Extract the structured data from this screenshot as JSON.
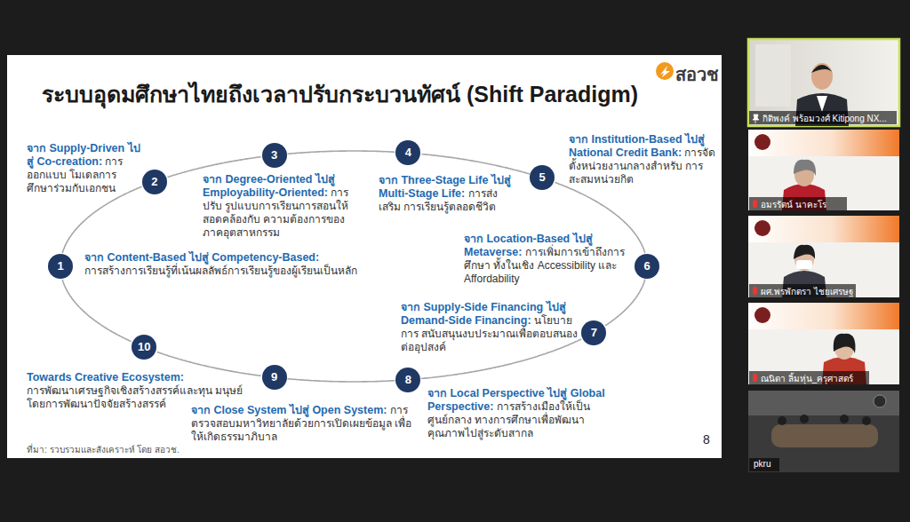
{
  "diagram": {
    "title": "ระบบอุดมศึกษาไทยถึงเวลาปรับกระบวนทัศน์ (Shift Paradigm)",
    "nodes": [
      {
        "text": [
          "1",
          "จาก Content-Based ไปสู่ Competency-Based:",
          "การสร้างการเรียนรู้ที่เน้นผลลัพธ์การเรียนรู้ของผู้เรียนเป็นหลัก"
        ]
      },
      {
        "text": [
          "2",
          "จาก Supply-Driven ไปสู่ Co-creation:",
          "การออกแบบ โมเดลการศึกษาร่วมกับเอกชน"
        ]
      },
      {
        "text": [
          "3",
          "จาก Degree-Oriented ไปสู่ Employability-Oriented:",
          "การปรับ รูปแบบการเรียนการสอนให้สอดคล้องกับ ความต้องการของภาคอุตสาหกรรม"
        ]
      },
      {
        "text": [
          "4",
          "จาก Three-Stage Life ไปสู่ Multi-Stage Life:",
          "การส่งเสริม การเรียนรู้ตลอดชีวิต"
        ]
      },
      {
        "text": [
          "5",
          "จาก Institution-Based ไปสู่ National Credit Bank:",
          "การจัดตั้งหน่วยงานกลางสำหรับ การสะสมหน่วยกิต"
        ]
      },
      {
        "text": [
          "6",
          "จาก Location-Based ไปสู่ Metaverse:",
          "การเพิ่มการเข้าถึงการศึกษา ทั้งในเชิง Accessibility และ Affordability"
        ]
      },
      {
        "text": [
          "7",
          "จาก Supply-Side Financing ไปสู่ Demand-Side Financing:",
          "นโยบายการ สนับสนุนงบประมาณเพื่อตอบสนองต่ออุปสงค์"
        ]
      },
      {
        "text": [
          "8",
          "จาก Local Perspective ไปสู่ Global Perspective:",
          "การสร้างเมืองให้เป็นศูนย์กลาง ทางการศึกษาเพื่อพัฒนาคุณภาพไปสู่ระดับสากล"
        ]
      },
      {
        "text": [
          "9",
          "จาก Close System ไปสู่ Open System:",
          "การตรวจสอบมหาวิทยาลัยด้วยการเปิดเผยข้อมูล เพื่อให้เกิดธรรมาภิบาล"
        ]
      },
      {
        "text": [
          "10",
          "Towards Creative Ecosystem:",
          "การพัฒนาเศรษฐกิจเชิงสร้างสรรค์และทุน มนุษย์ โดยการพัฒนาปัจจัยสร้างสรรค์"
        ]
      }
    ],
    "edges": [
      {
        "from": 0,
        "to": 1,
        "arrow": "none"
      },
      {
        "from": 1,
        "to": 2,
        "arrow": "none"
      },
      {
        "from": 2,
        "to": 3,
        "arrow": "none"
      },
      {
        "from": 3,
        "to": 4,
        "arrow": "none"
      },
      {
        "from": 4,
        "to": 5,
        "arrow": "none"
      },
      {
        "from": 5,
        "to": 6,
        "arrow": "none"
      },
      {
        "from": 6,
        "to": 7,
        "arrow": "none"
      },
      {
        "from": 7,
        "to": 8,
        "arrow": "none"
      },
      {
        "from": 8,
        "to": 9,
        "arrow": "none"
      },
      {
        "from": 9,
        "to": 0,
        "arrow": "none"
      }
    ],
    "labels": [
      "สอวช",
      "ที่มา: รวบรวมและสังเคราะห์ โดย สอวช.",
      "8",
      "กิติพงค์ พร้อมวงศ์ Kitipong NX...",
      "อมรรัตน์ นาคะโร",
      "ผศ.พรพักตรา ไชยเศรษฐ",
      "ณนิดา ลิ้มหุ่น_ครุศาสตร์",
      "pkru"
    ]
  }
}
